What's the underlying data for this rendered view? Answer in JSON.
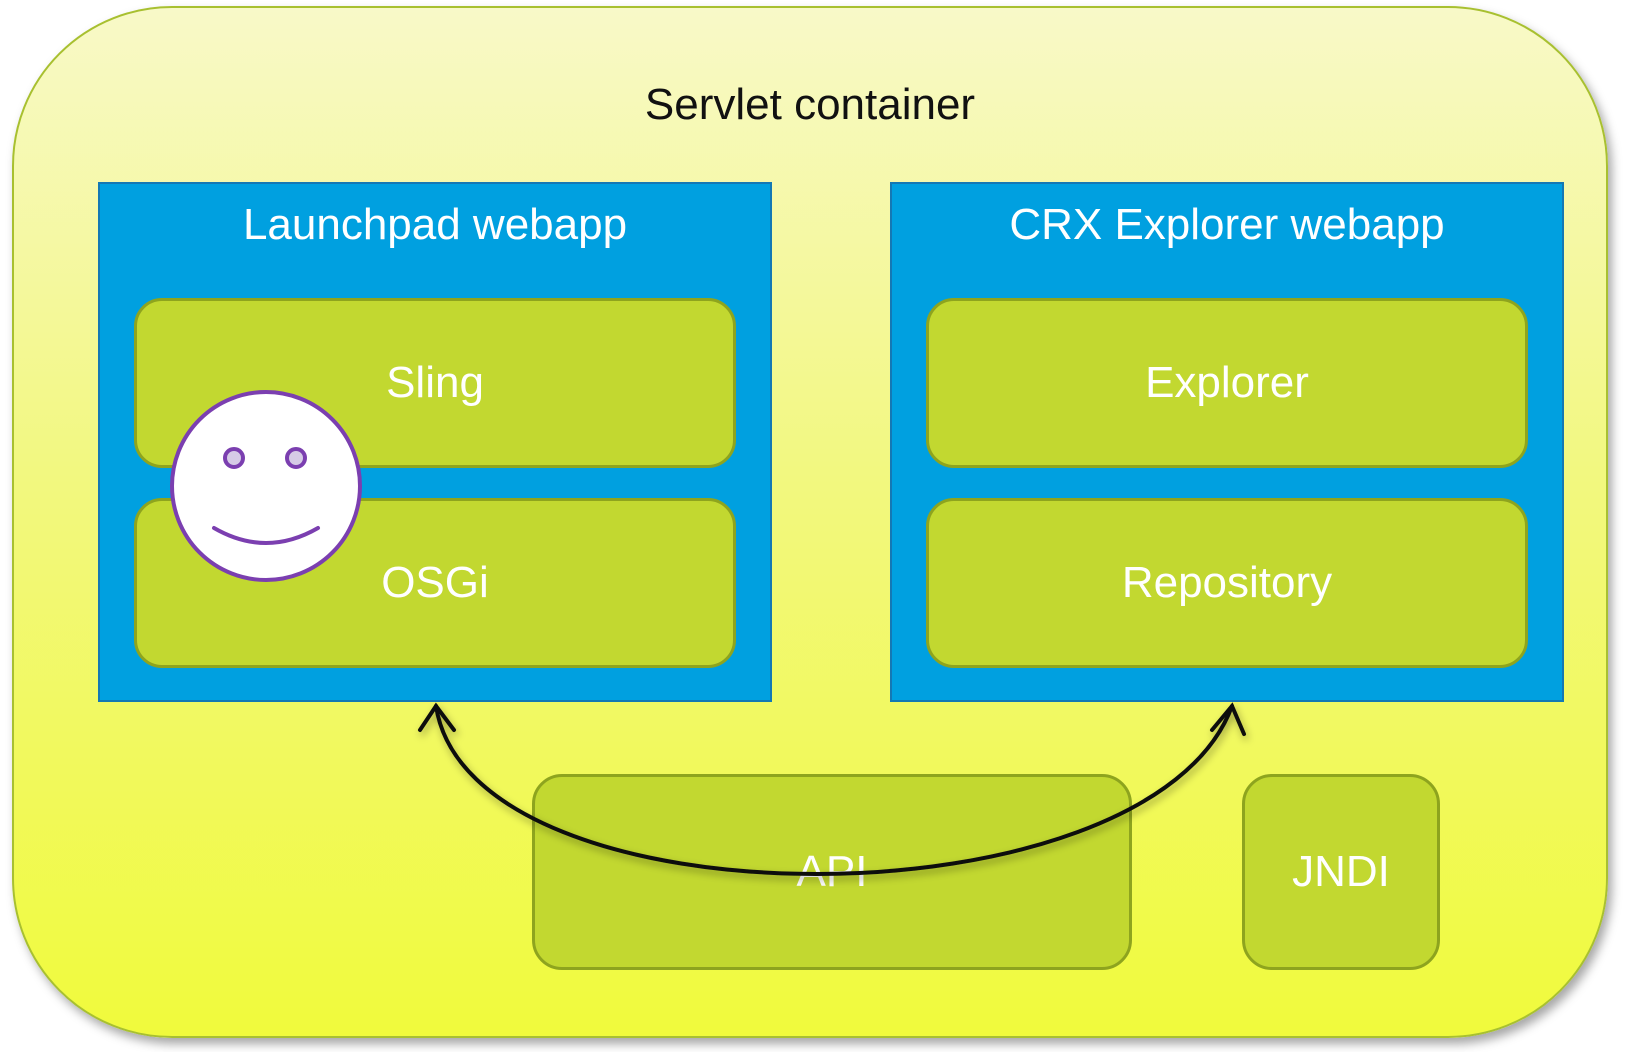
{
  "container": {
    "title": "Servlet container"
  },
  "launchpad": {
    "title": "Launchpad webapp",
    "blocks": [
      "Sling",
      "OSGi"
    ]
  },
  "crx": {
    "title": "CRX Explorer webapp",
    "blocks": [
      "Explorer",
      "Repository"
    ]
  },
  "api": {
    "label": "API"
  },
  "jndi": {
    "label": "JNDI"
  },
  "icons": {
    "smiley": "smiley-face-icon"
  },
  "colors": {
    "container_top": "#f8f9c8",
    "container_bottom": "#f0fa3c",
    "webapp_blue": "#00a0e0",
    "block_green": "#c2d830",
    "smiley_purple": "#7b3fb0"
  }
}
